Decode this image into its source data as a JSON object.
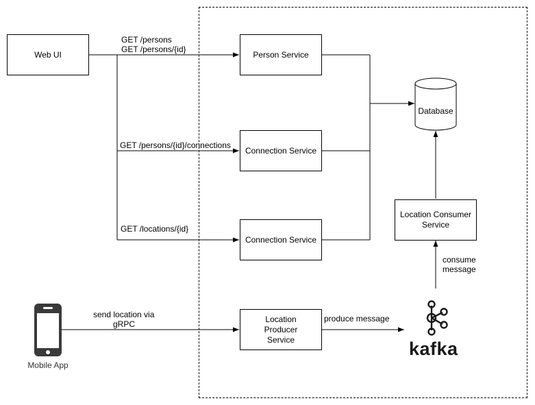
{
  "nodes": {
    "web_ui": "Web UI",
    "person_service": "Person Service",
    "connection_service_1": "Connection Service",
    "connection_service_2": "Connection Service",
    "location_producer_service": "Location Producer Service",
    "location_consumer_service": "Location Consumer Service",
    "database": "Database",
    "mobile_app": "Mobile App",
    "kafka": "kafka"
  },
  "edges": {
    "persons_get_1": "GET /persons",
    "persons_get_2": "GET /persons/{id}",
    "connections_get": "GET /persons/{id}/connections",
    "locations_get": "GET /locations/{id}",
    "send_location_1": "send location via",
    "send_location_2": "gRPC",
    "produce_message": "produce message",
    "consume_message_1": "consume",
    "consume_message_2": "message"
  },
  "icons": {
    "mobile": "mobile-phone-icon",
    "kafka": "kafka-logo-icon"
  },
  "colors": {
    "line": "#000000",
    "mobile_icon": "#3a3a3a"
  }
}
